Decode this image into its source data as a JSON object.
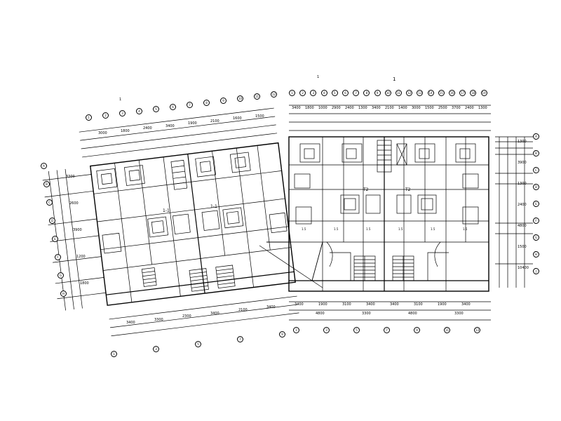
{
  "plan": {
    "callout_1": "1",
    "unit_labels": [
      "T2",
      "T2",
      "1-1",
      "1-1"
    ],
    "top_section_labels": [
      "1",
      "1"
    ],
    "top_dimensions_right": [
      "3400",
      "1800",
      "1000",
      "2900",
      "2400",
      "1300",
      "3400",
      "2100",
      "1400",
      "3000",
      "1500",
      "2500",
      "3700",
      "2400",
      "1300"
    ],
    "top_dimensions_left": [
      "3000",
      "1800",
      "2400",
      "3400",
      "1900",
      "2100",
      "1600",
      "1500"
    ],
    "bottom_dimensions_right": [
      "3400",
      "1900",
      "3100",
      "3400",
      "3400",
      "3100",
      "1900",
      "3400"
    ],
    "bottom_totals_right": [
      "4800",
      "3300",
      "4800",
      "3300"
    ],
    "bottom_dimensions_left": [
      "3400",
      "3300",
      "2300",
      "3400",
      "2100",
      "3400"
    ],
    "right_dimensions": [
      "1300",
      "3900",
      "1300",
      "2400",
      "4800",
      "1500",
      "10400"
    ],
    "left_dimensions": [
      "3300",
      "2600",
      "3900",
      "1200",
      "1800"
    ],
    "room_tags": [
      "1.5",
      "1.5",
      "1.5",
      "1.5",
      "1.5",
      "1.5"
    ],
    "axis_right_top": [
      "1",
      "2",
      "3",
      "4",
      "5",
      "6",
      "7",
      "8",
      "9",
      "10",
      "11",
      "12",
      "13",
      "14",
      "15",
      "16",
      "17",
      "18",
      "19"
    ],
    "axis_right_bottom": [
      "1",
      "3",
      "5",
      "7",
      "9",
      "11",
      "13"
    ],
    "axis_right_side": [
      "A",
      "B",
      "C",
      "D",
      "E",
      "F",
      "G",
      "H",
      "J"
    ],
    "axis_left_top": [
      "1",
      "2",
      "3",
      "4",
      "5",
      "6",
      "7",
      "8",
      "9",
      "10",
      "11",
      "12"
    ],
    "axis_left_bottom": [
      "1",
      "3",
      "5",
      "7",
      "9"
    ],
    "axis_left_side": [
      "A",
      "B",
      "C",
      "D",
      "E",
      "F",
      "G",
      "H"
    ]
  }
}
